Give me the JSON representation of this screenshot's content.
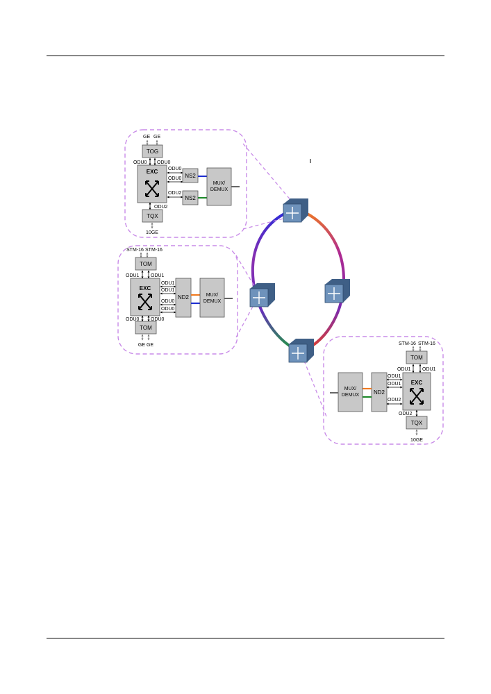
{
  "colors": {
    "box_fill": "#c8c8c8",
    "box_stroke": "#555555",
    "callout": "#c98ce8",
    "node_fill": "#5b7ea3",
    "lane_blue": "#1f2fd0",
    "lane_green": "#1e8a2a",
    "lane_orange": "#f07a20"
  },
  "top_site": {
    "client_in": [
      "GE",
      "GE"
    ],
    "tributary": "TOG",
    "cross_connect": "EXC",
    "line_boards": [
      "NS2",
      "NS2"
    ],
    "mux": [
      "MUX/",
      "DEMUX"
    ],
    "links": [
      "ODU0",
      "ODU0",
      "ODU0",
      "ODU0",
      "ODU2",
      "ODU2"
    ],
    "bottom_board": "TQX",
    "client_out": "10GE"
  },
  "left_site": {
    "client_in": [
      "STM-16",
      "STM-16"
    ],
    "top_board": "TOM",
    "cross_connect": "EXC",
    "line_board": "ND2",
    "mux": [
      "MUX/",
      "DEMUX"
    ],
    "links": [
      "ODU1",
      "ODU1",
      "ODU1",
      "ODU1",
      "ODU0",
      "ODU0",
      "ODU0",
      "ODU0"
    ],
    "bottom_board": "TOM",
    "client_out": "GE GE"
  },
  "right_site": {
    "client_in": [
      "STM-16",
      "STM-16"
    ],
    "top_board": "TOM",
    "cross_connect": "EXC",
    "line_board": "ND2",
    "mux": [
      "MUX/",
      "DEMUX"
    ],
    "links": [
      "ODU1",
      "ODU1",
      "ODU1",
      "ODU1",
      "ODU2",
      "ODU2"
    ],
    "bottom_board": "TQX",
    "client_out": "10GE"
  }
}
